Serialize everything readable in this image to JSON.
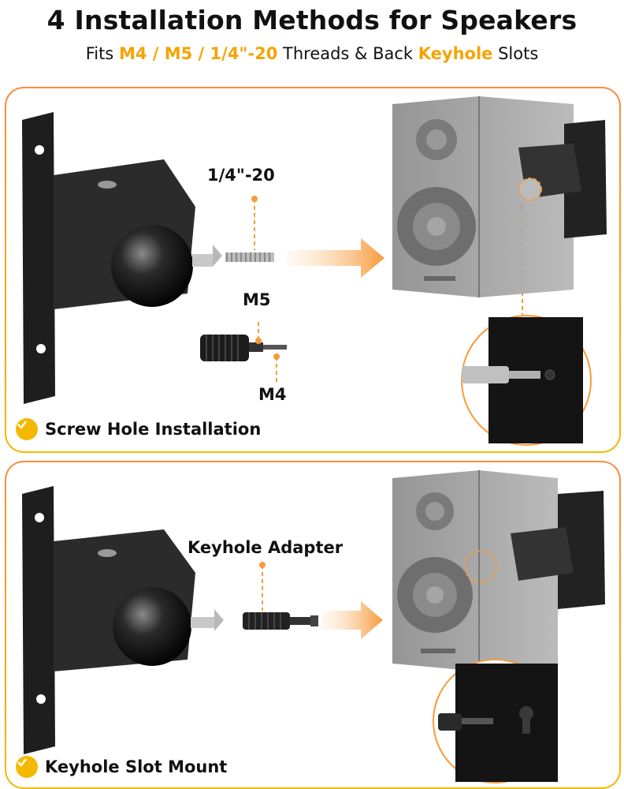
{
  "header": {
    "title": "4 Installation Methods for Speakers",
    "subtitle_parts": [
      "Fits ",
      "M4 / M5 / 1/4\"-20",
      " Threads & Back ",
      "Keyhole",
      " Slots"
    ]
  },
  "colors": {
    "accent": "#f5b800",
    "border_top": "#ff8a3d",
    "arrow": "#f79a3a"
  },
  "panels": [
    {
      "labels": {
        "thread": "1/4\"-20",
        "m5": "M5",
        "m4": "M4"
      },
      "method": "Screw Hole Installation",
      "icon": "check-circle-icon"
    },
    {
      "labels": {
        "adapter": "Keyhole Adapter"
      },
      "method": "Keyhole Slot Mount",
      "icon": "check-circle-icon"
    }
  ]
}
